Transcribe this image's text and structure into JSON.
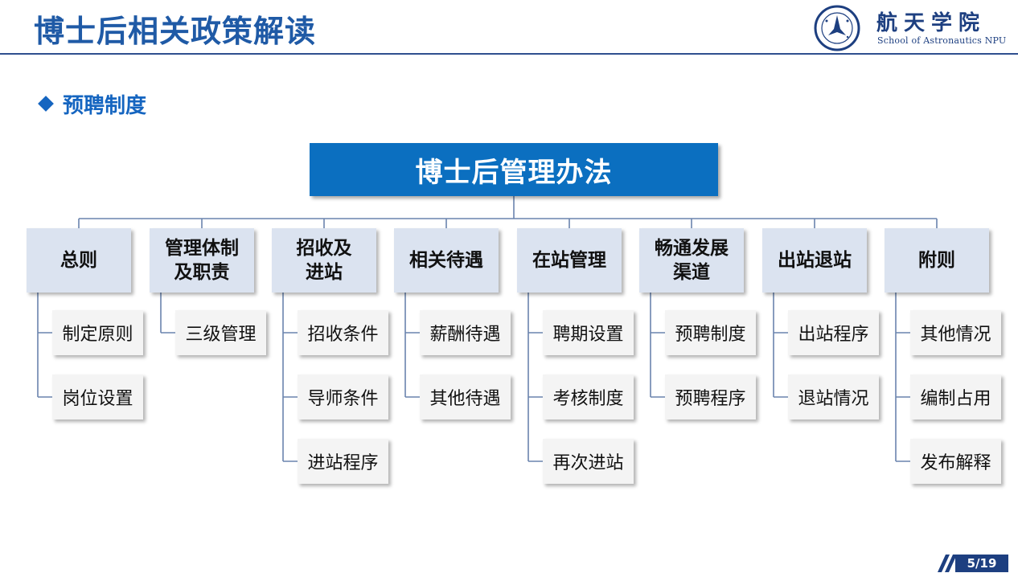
{
  "header": {
    "title": "博士后相关政策解读",
    "logo_cn": "航天学院",
    "logo_en": "School of Astronautics NPU"
  },
  "section": {
    "title": "预聘制度"
  },
  "diagram": {
    "root": "博士后管理办法",
    "categories": [
      {
        "label": "总则",
        "items": [
          "制定原则",
          "岗位设置"
        ]
      },
      {
        "label": "管理体制\n及职责",
        "items": [
          "三级管理"
        ]
      },
      {
        "label": "招收及\n进站",
        "items": [
          "招收条件",
          "导师条件",
          "进站程序"
        ]
      },
      {
        "label": "相关待遇",
        "items": [
          "薪酬待遇",
          "其他待遇"
        ]
      },
      {
        "label": "在站管理",
        "items": [
          "聘期设置",
          "考核制度",
          "再次进站"
        ]
      },
      {
        "label": "畅通发展\n渠道",
        "items": [
          "预聘制度",
          "预聘程序"
        ]
      },
      {
        "label": "出站退站",
        "items": [
          "出站程序",
          "退站情况"
        ]
      },
      {
        "label": "附则",
        "items": [
          "其他情况",
          "编制占用",
          "发布解释"
        ]
      }
    ]
  },
  "footer": {
    "page": "5/19"
  },
  "colors": {
    "primary": "#0b6fc0",
    "navy": "#1d3f80",
    "category_fill": "#dbe3f0",
    "item_fill": "#f4f4f4"
  }
}
